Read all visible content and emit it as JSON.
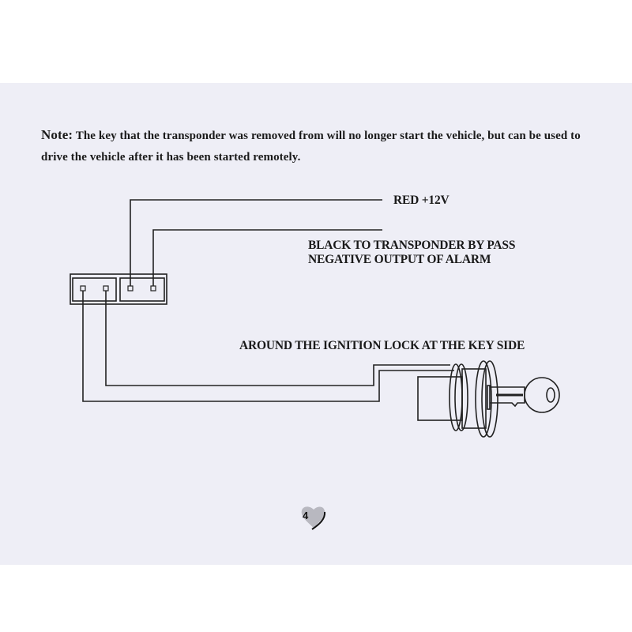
{
  "note": {
    "label": "Note:",
    "text": " The key that the transponder was removed from will no longer start the vehicle, but can be used to drive the vehicle after it has been started remotely."
  },
  "diagram": {
    "labels": {
      "red": "RED +12V",
      "black_line1": "BLACK TO TRANSPONDER BY PASS",
      "black_line2": "NEGATIVE OUTPUT OF ALARM",
      "ignition": "AROUND THE IGNITION LOCK AT THE KEY SIDE"
    }
  },
  "page_number": "4"
}
